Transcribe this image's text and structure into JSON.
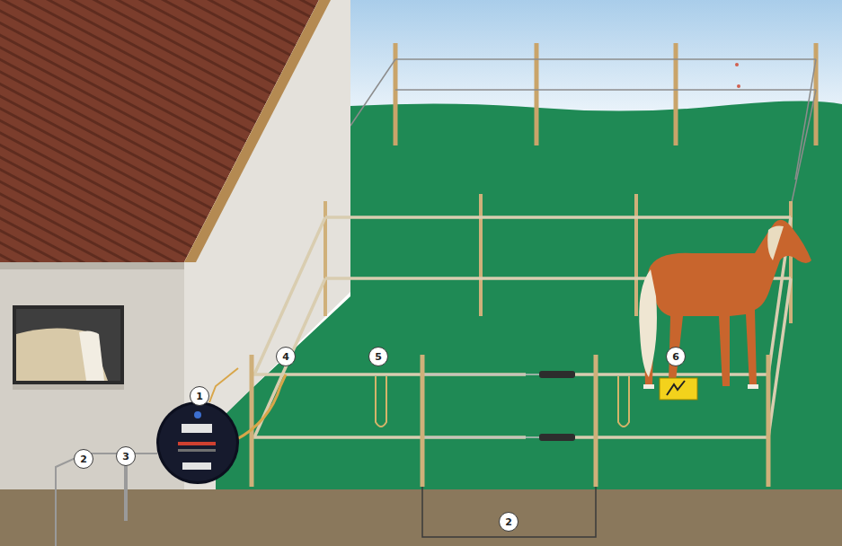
{
  "diagram": {
    "labels": [
      "4",
      "5",
      "6",
      "1",
      "3",
      "2",
      "2"
    ]
  }
}
